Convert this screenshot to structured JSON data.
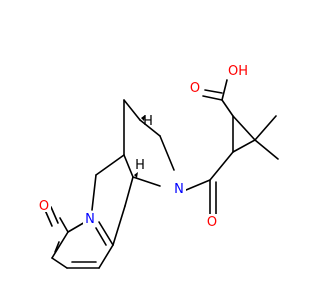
{
  "structure": {
    "atoms": [
      {
        "id": "O_carbonyl_left",
        "label": "O",
        "color": "#ff0000"
      },
      {
        "id": "N_pyridone",
        "label": "N",
        "color": "#0000ff"
      },
      {
        "id": "N_amide",
        "label": "N",
        "color": "#0000ff"
      },
      {
        "id": "O_amide",
        "label": "O",
        "color": "#ff0000"
      },
      {
        "id": "O_acid_carbonyl",
        "label": "O",
        "color": "#ff0000"
      },
      {
        "id": "OH_acid",
        "label": "OH",
        "color": "#ff0000"
      }
    ],
    "stereo_labels": [
      {
        "id": "stereo_H_top",
        "label": "H"
      },
      {
        "id": "stereo_H_bottom",
        "label": "H"
      }
    ]
  }
}
